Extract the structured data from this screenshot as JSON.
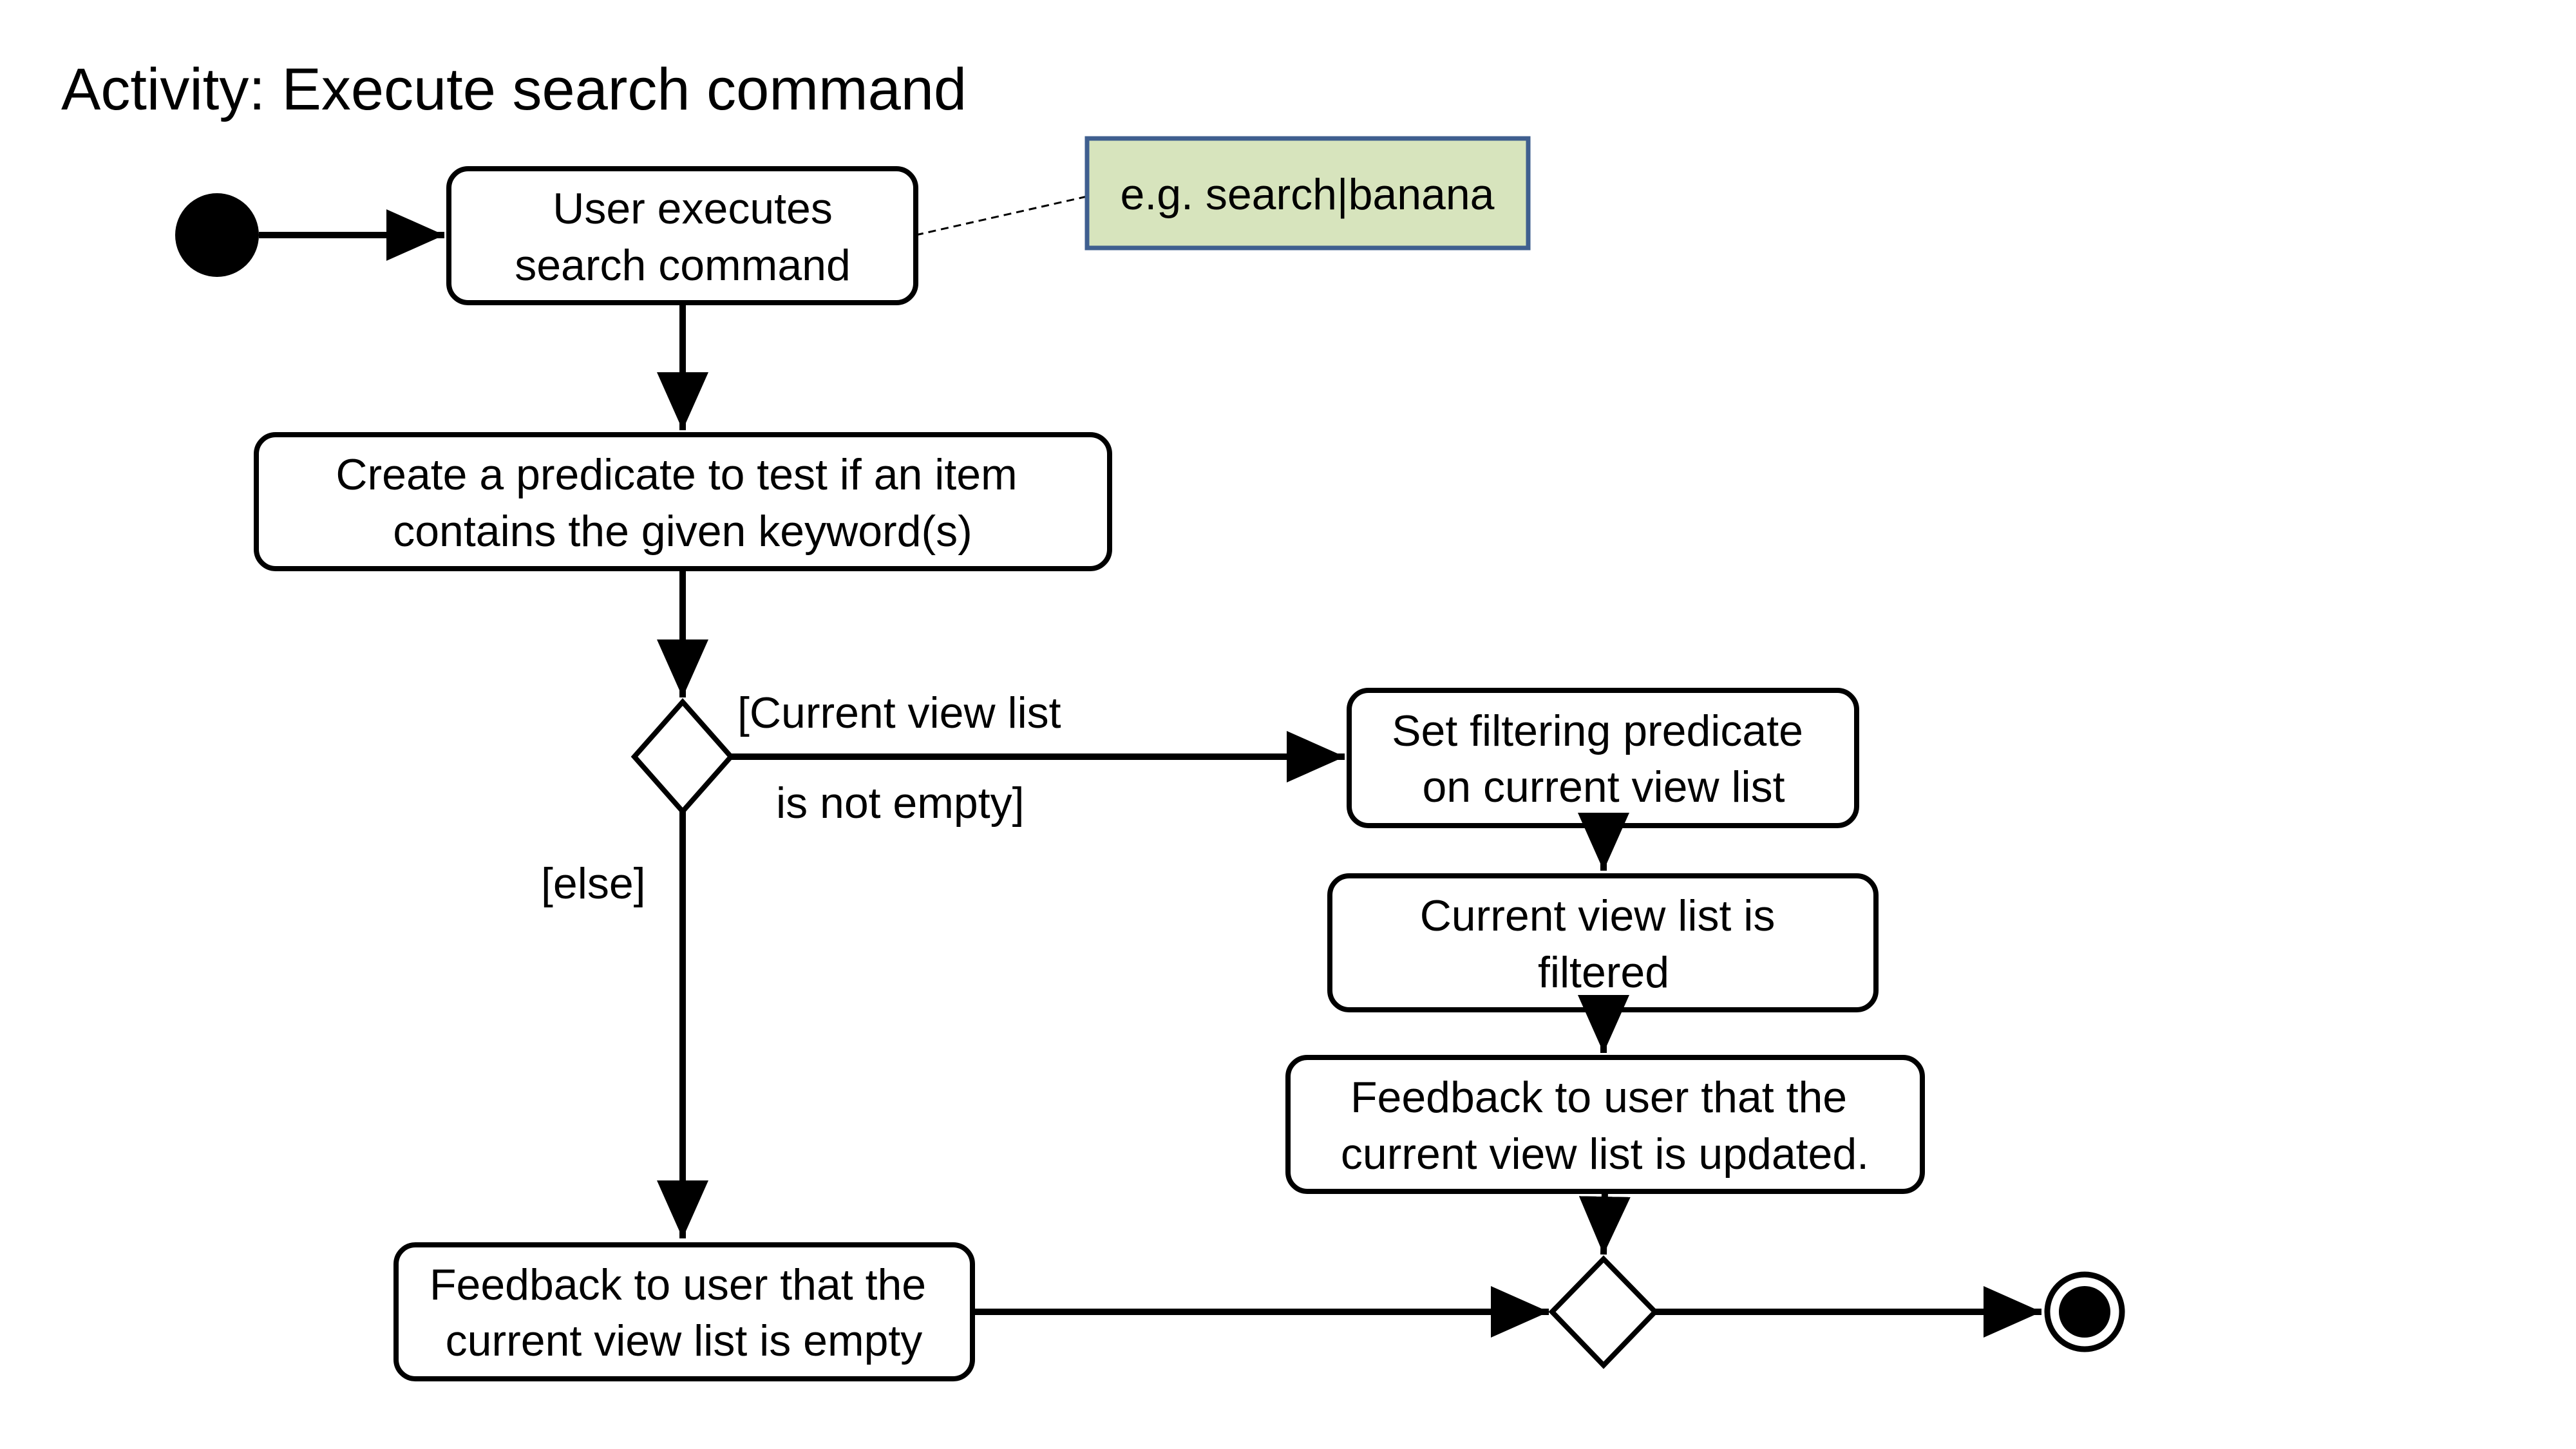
{
  "diagram": {
    "title": "Activity: Execute search command",
    "note": "e.g. search|banana",
    "actions": {
      "user_executes": [
        "User executes",
        "search command"
      ],
      "create_predicate": [
        "Create a predicate to test if an item",
        "contains the given keyword(s)"
      ],
      "set_filter": [
        "Set filtering predicate",
        "on current view list"
      ],
      "list_filtered": [
        "Current view list is",
        "filtered"
      ],
      "feedback_updated": [
        "Feedback to user that the",
        "current view list is updated."
      ],
      "feedback_empty": [
        "Feedback to user that the",
        "current view list is empty"
      ]
    },
    "guards": {
      "not_empty": [
        "[Current view list",
        "is not empty]"
      ],
      "else": "[else]"
    },
    "colors": {
      "note_fill": "#d7e4bd",
      "note_border": "#3f5f8f",
      "line": "#000000"
    }
  }
}
